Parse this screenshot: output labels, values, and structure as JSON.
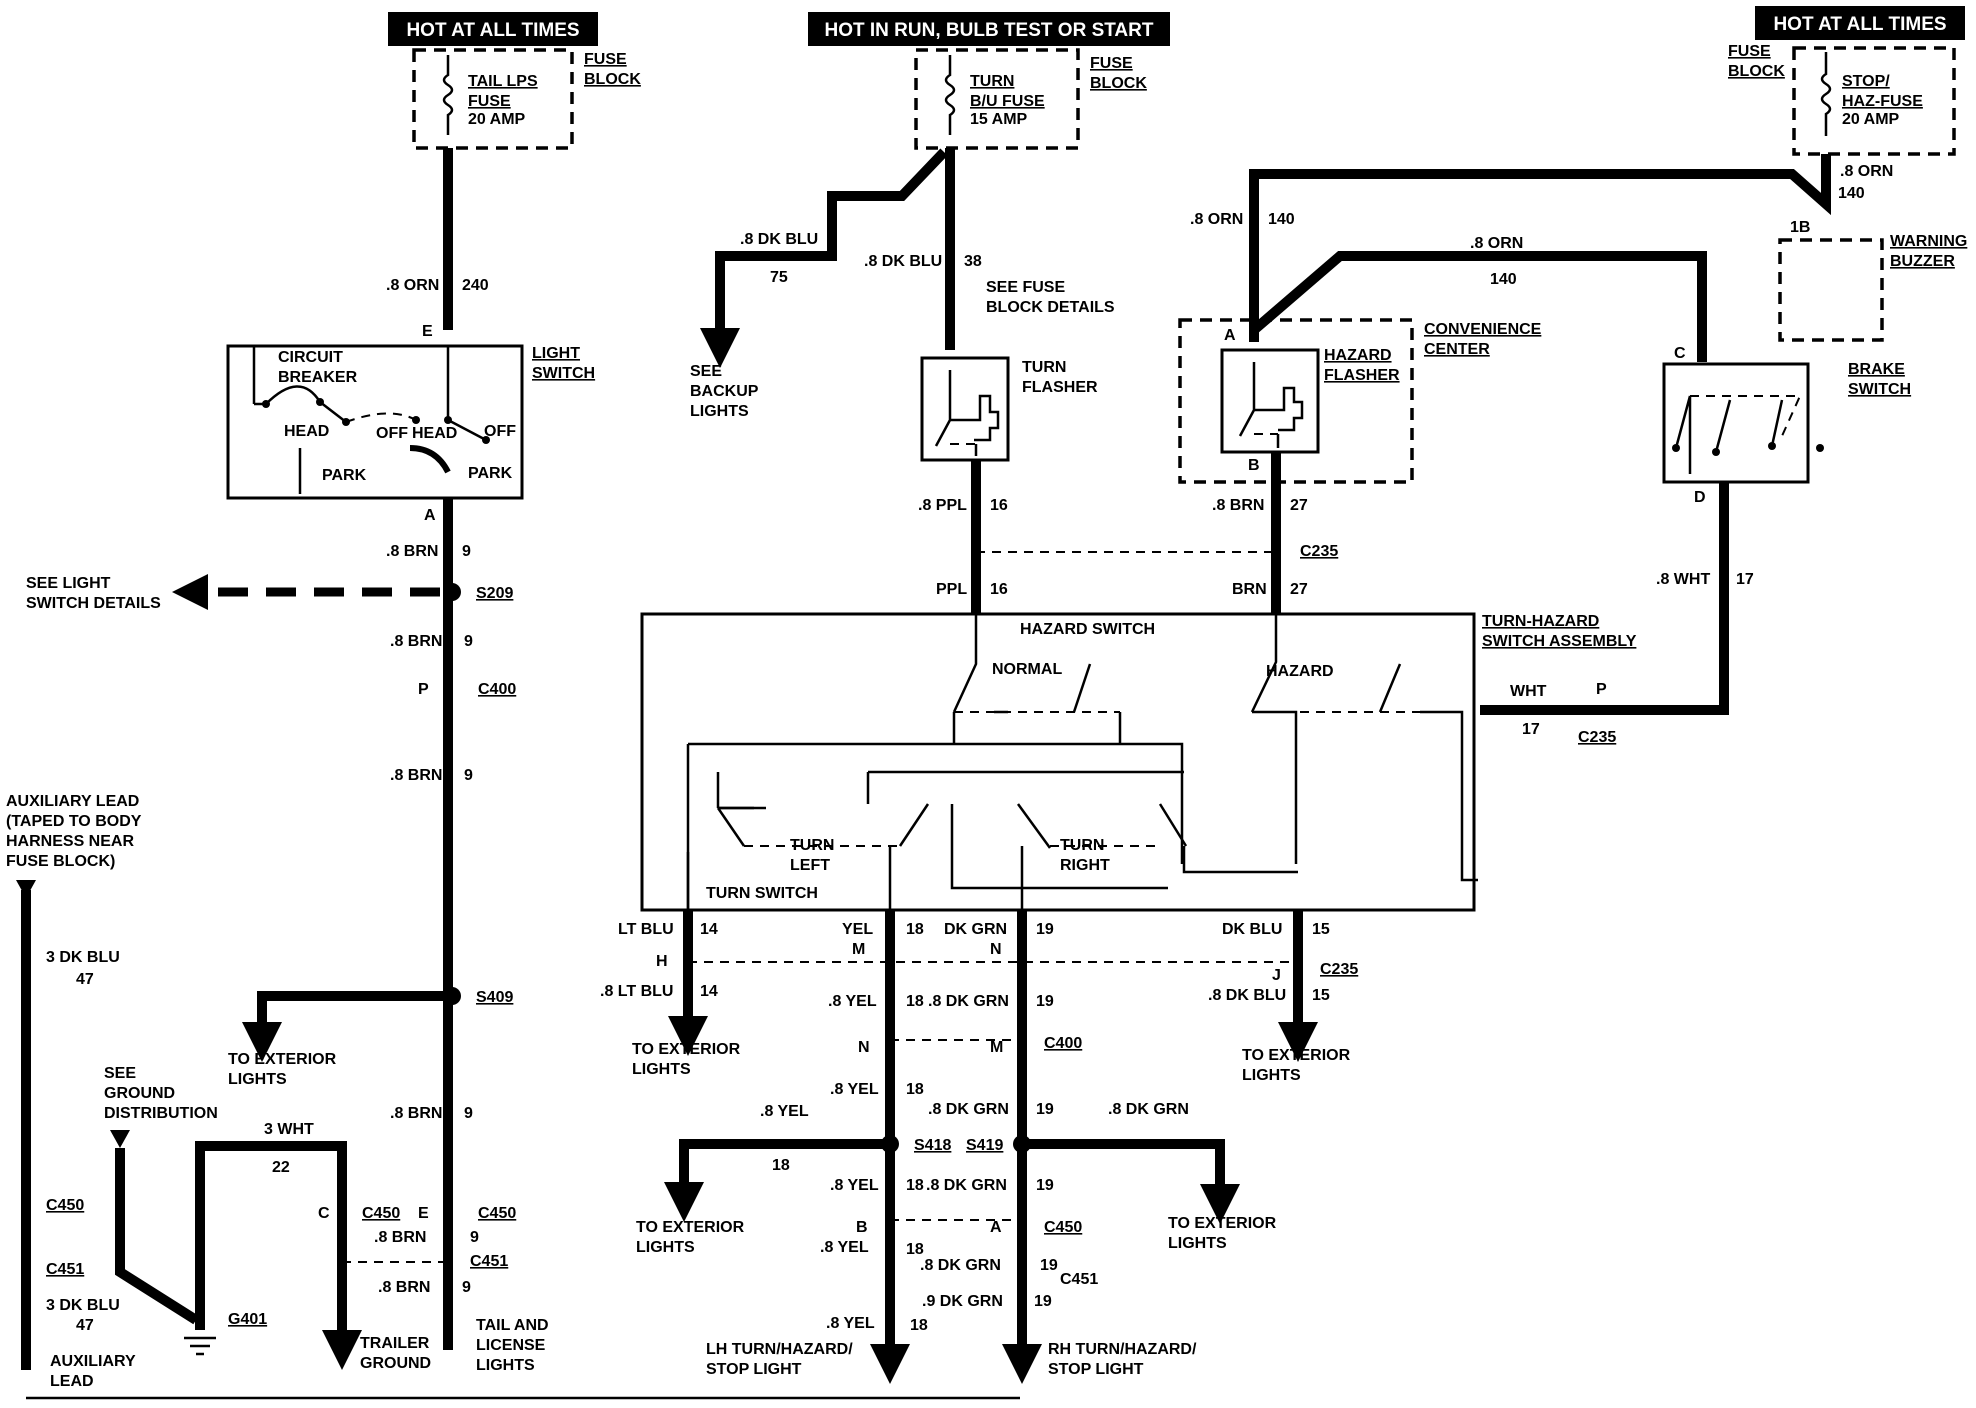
{
  "headers": {
    "tail": "HOT AT ALL TIMES",
    "turn": "HOT IN RUN, BULB TEST OR START",
    "stop": "HOT AT ALL TIMES"
  },
  "fuses": {
    "block_label_1": "FUSE",
    "block_label_2": "BLOCK",
    "tail_1": "TAIL LPS",
    "tail_2": "FUSE",
    "tail_3": "20 AMP",
    "turn_1": "TURN",
    "turn_2": "B/U FUSE",
    "turn_3": "15 AMP",
    "stop_1": "STOP/",
    "stop_2": "HAZ-FUSE",
    "stop_3": "20 AMP"
  },
  "components": {
    "light_switch_1": "LIGHT",
    "light_switch_2": "SWITCH",
    "circuit_breaker_1": "CIRCUIT",
    "circuit_breaker_2": "BREAKER",
    "head": "HEAD",
    "off": "OFF",
    "park": "PARK",
    "turn_flasher_1": "TURN",
    "turn_flasher_2": "FLASHER",
    "hazard_flasher_1": "HAZARD",
    "hazard_flasher_2": "FLASHER",
    "convenience_1": "CONVENIENCE",
    "convenience_2": "CENTER",
    "warning_buzzer_1": "WARNING",
    "warning_buzzer_2": "BUZZER",
    "brake_switch_1": "BRAKE",
    "brake_switch_2": "SWITCH",
    "hazard_switch": "HAZARD SWITCH",
    "normal": "NORMAL",
    "hazard": "HAZARD",
    "assembly_1": "TURN-HAZARD",
    "assembly_2": "SWITCH ASSEMBLY",
    "turn": "TURN",
    "left": "LEFT",
    "right": "RIGHT",
    "turn_switch": "TURN SWITCH"
  },
  "references": {
    "backup_1": "SEE",
    "backup_2": "BACKUP",
    "backup_3": "LIGHTS",
    "fuse_block_1": "SEE FUSE",
    "fuse_block_2": "BLOCK DETAILS",
    "light_switch_1": "SEE LIGHT",
    "light_switch_2": "SWITCH DETAILS",
    "ground_1": "SEE",
    "ground_2": "GROUND",
    "ground_3": "DISTRIBUTION"
  },
  "wires": {
    "orn240": ".8 ORN",
    "n240": "240",
    "dkblu75": ".8 DK BLU",
    "n75": "75",
    "dkblu38": ".8 DK BLU",
    "n38": "38",
    "orn140a": ".8 ORN",
    "n140a": "140",
    "orn140b": ".8 ORN",
    "n140b": "140",
    "orn140c": ".8 ORN",
    "n140c": "140",
    "brn9": ".8 BRN",
    "n9": "9",
    "ppl16": ".8 PPL",
    "ppl": "PPL",
    "n16": "16",
    "brn27": ".8 BRN",
    "brn": "BRN",
    "n27": "27",
    "wht17": ".8 WHT",
    "wht": "WHT",
    "n17": "17",
    "ltblu": "LT BLU",
    "ltblu8": ".8 LT BLU",
    "n14": "14",
    "yel": "YEL",
    "yel8": ".8 YEL",
    "n18": "18",
    "dkgrn": "DK GRN",
    "dkgrn8": ".8 DK GRN",
    "dkgrn9": ".9 DK GRN",
    "n19": "19",
    "dkblu": "DK BLU",
    "dkblu8": ".8 DK BLU",
    "n15": "15",
    "dkblu3": "3 DK BLU",
    "n47": "47",
    "wht3": "3 WHT",
    "n22": "22"
  },
  "connectors": {
    "s209": "S209",
    "c400": "C400",
    "s409": "S409",
    "c450": "C450",
    "c451": "C451",
    "g401": "G401",
    "c235": "C235",
    "s418": "S418",
    "s419": "S419",
    "A": "A",
    "B": "B",
    "C": "C",
    "D": "D",
    "E": "E",
    "H": "H",
    "J": "J",
    "M": "M",
    "N": "N",
    "P": "P",
    "1B": "1B"
  },
  "destinations": {
    "to_ext_1": "TO EXTERIOR",
    "to_ext_2": "LIGHTS",
    "aux_1": "AUXILIARY LEAD",
    "aux_2": "(TAPED TO BODY",
    "aux_3": "HARNESS NEAR",
    "aux_4": "FUSE BLOCK)",
    "aux_bottom_1": "AUXILIARY",
    "aux_bottom_2": "LEAD",
    "trailer_1": "TRAILER",
    "trailer_2": "GROUND",
    "tail_1": "TAIL AND",
    "tail_2": "LICENSE",
    "tail_3": "LIGHTS",
    "lh_1": "LH TURN/HAZARD/",
    "lh_2": "STOP LIGHT",
    "rh_1": "RH TURN/HAZARD/",
    "rh_2": "STOP LIGHT"
  }
}
